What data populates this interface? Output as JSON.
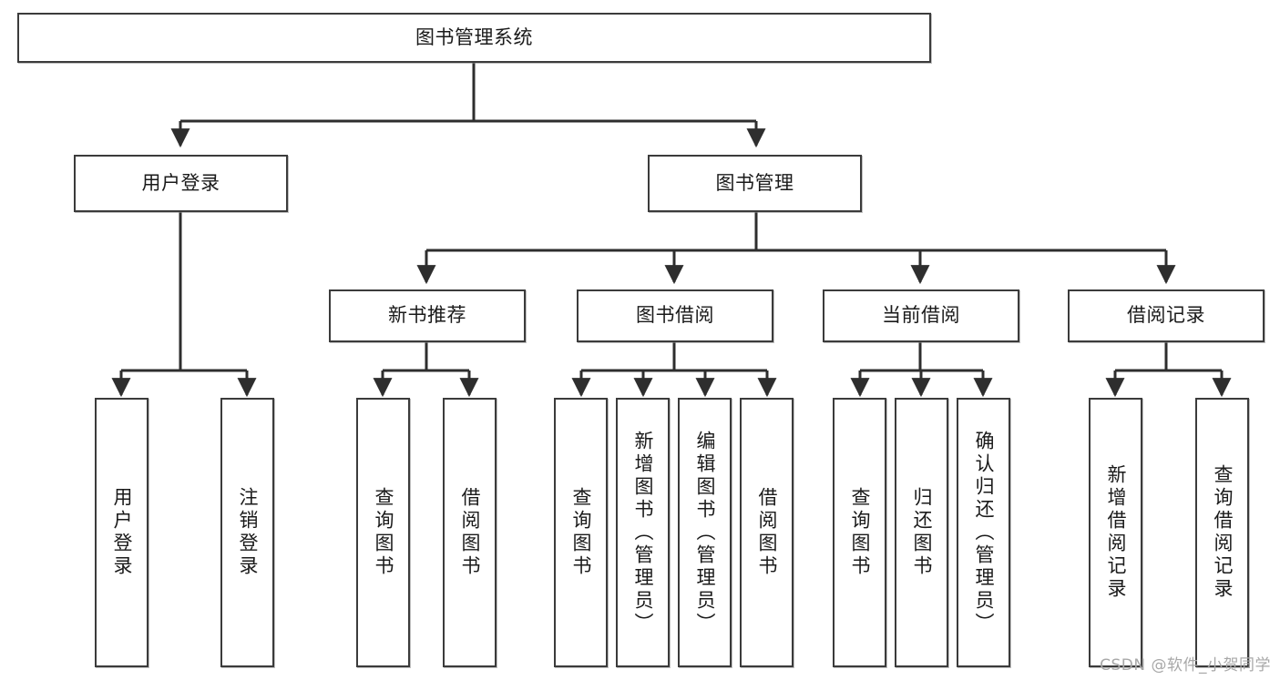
{
  "diagram": {
    "title": "图书管理系统",
    "type": "functional-structure-tree",
    "root": {
      "label": "图书管理系统"
    },
    "level2": [
      {
        "label": "用户登录"
      },
      {
        "label": "图书管理"
      }
    ],
    "level3": [
      {
        "label": "新书推荐"
      },
      {
        "label": "图书借阅"
      },
      {
        "label": "当前借阅"
      },
      {
        "label": "借阅记录"
      }
    ],
    "leaves": {
      "user_login": [
        {
          "label": "用户登录"
        },
        {
          "label": "注销登录"
        }
      ],
      "new_book_recommend": [
        {
          "label": "查询图书"
        },
        {
          "label": "借阅图书"
        }
      ],
      "book_borrow": [
        {
          "label": "查询图书"
        },
        {
          "label": "新增图书（管理员）"
        },
        {
          "label": "编辑图书（管理员）"
        },
        {
          "label": "借阅图书"
        }
      ],
      "current_borrow": [
        {
          "label": "查询图书"
        },
        {
          "label": "归还图书"
        },
        {
          "label": "确认归还（管理员）"
        }
      ],
      "borrow_records": [
        {
          "label": "新增借阅记录"
        },
        {
          "label": "查询借阅记录"
        }
      ]
    }
  },
  "watermark": {
    "text": "CSDN @软件_小贺同学"
  },
  "colors": {
    "stroke": "#3b3b3b",
    "fill": "#ffffff",
    "text": "#1a1a1a",
    "watermark": "#a8a8a8"
  }
}
